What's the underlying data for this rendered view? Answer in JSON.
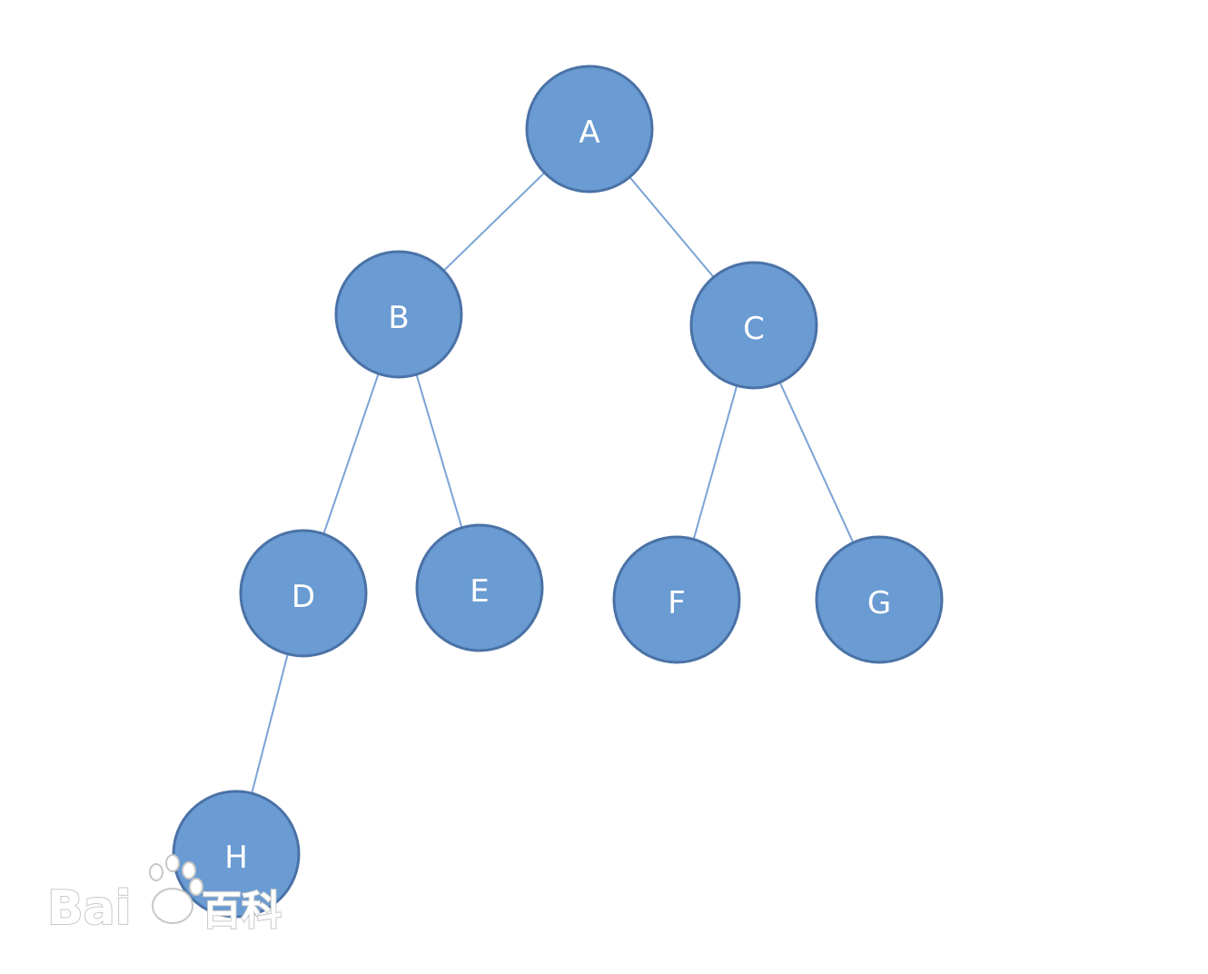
{
  "tree": {
    "nodes": [
      {
        "id": "A",
        "label": "A"
      },
      {
        "id": "B",
        "label": "B"
      },
      {
        "id": "C",
        "label": "C"
      },
      {
        "id": "D",
        "label": "D"
      },
      {
        "id": "E",
        "label": "E"
      },
      {
        "id": "F",
        "label": "F"
      },
      {
        "id": "G",
        "label": "G"
      },
      {
        "id": "H",
        "label": "H"
      }
    ],
    "edges": [
      {
        "from": "A",
        "to": "B"
      },
      {
        "from": "A",
        "to": "C"
      },
      {
        "from": "B",
        "to": "D"
      },
      {
        "from": "B",
        "to": "E"
      },
      {
        "from": "C",
        "to": "F"
      },
      {
        "from": "C",
        "to": "G"
      },
      {
        "from": "D",
        "to": "H"
      }
    ],
    "colors": {
      "node_fill": "#6a9bd2",
      "node_stroke": "#4a72a6",
      "edge": "#7ba3d6",
      "label": "#ffffff"
    }
  },
  "watermark": {
    "text_latin": "Bai",
    "text_cjk": "百科"
  }
}
